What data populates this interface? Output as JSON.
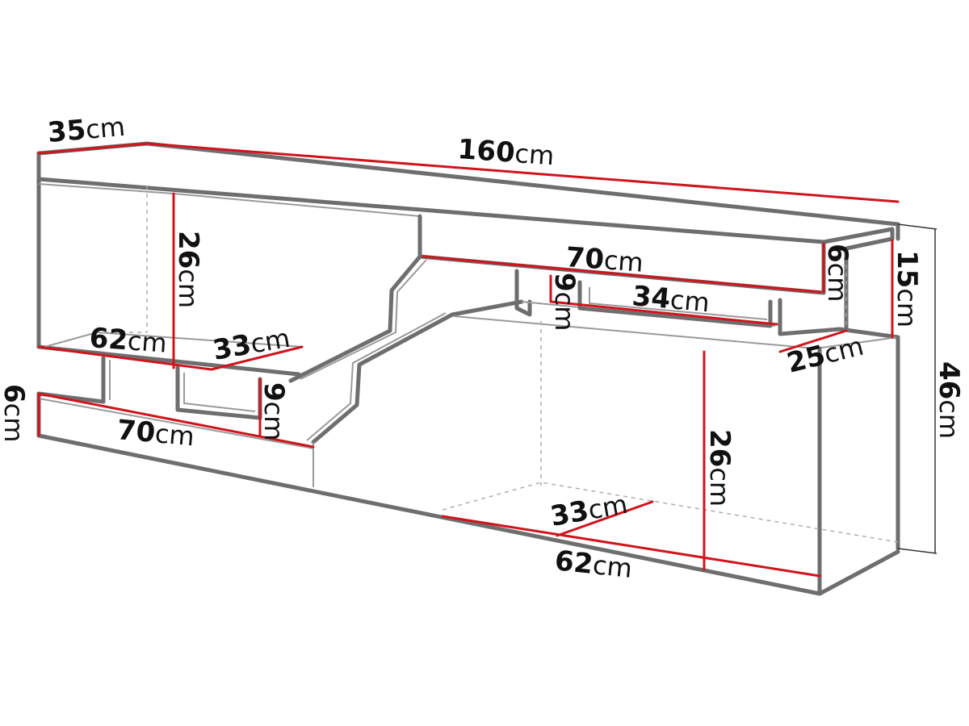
{
  "dimensions": {
    "depth": {
      "value": "35",
      "unit": "cm"
    },
    "width": {
      "value": "160",
      "unit": "cm"
    },
    "total_height": {
      "value": "46",
      "unit": "cm"
    },
    "top_shelf_thickness": {
      "value": "6",
      "unit": "cm"
    },
    "top_section_height": {
      "value": "15",
      "unit": "cm"
    },
    "top_section_width": {
      "value": "70",
      "unit": "cm"
    },
    "top_drawer_width": {
      "value": "34",
      "unit": "cm"
    },
    "top_drawer_height": {
      "value": "9",
      "unit": "cm"
    },
    "top_section_depth": {
      "value": "25",
      "unit": "cm"
    },
    "left_cabinet_height": {
      "value": "26",
      "unit": "cm"
    },
    "left_cabinet_width": {
      "value": "62",
      "unit": "cm"
    },
    "left_cabinet_depth": {
      "value": "33",
      "unit": "cm"
    },
    "left_drawer_height": {
      "value": "9",
      "unit": "cm"
    },
    "bottom_panel_height": {
      "value": "6",
      "unit": "cm"
    },
    "bottom_panel_width": {
      "value": "70",
      "unit": "cm"
    },
    "right_cabinet_height": {
      "value": "26",
      "unit": "cm"
    },
    "right_cabinet_depth": {
      "value": "33",
      "unit": "cm"
    },
    "right_cabinet_width": {
      "value": "62",
      "unit": "cm"
    }
  }
}
